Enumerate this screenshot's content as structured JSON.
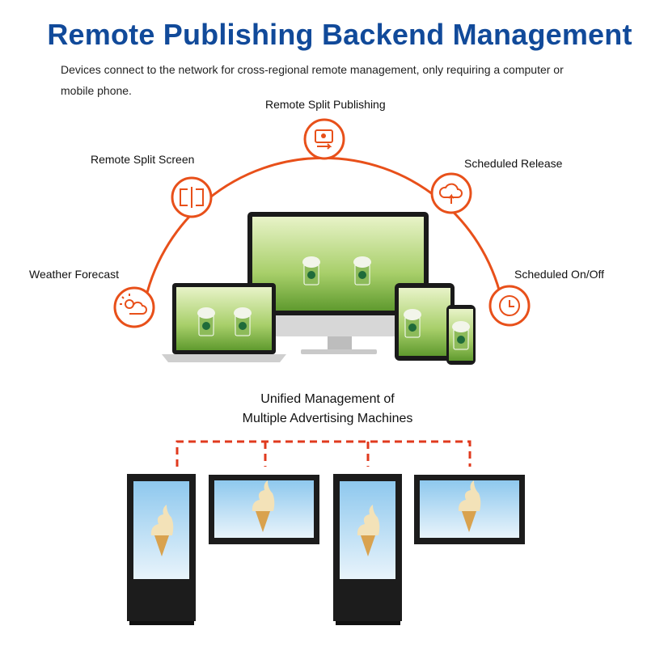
{
  "title": "Remote Publishing Backend Management",
  "subtitle": "Devices connect to the network for cross-regional remote management, only requiring a computer or mobile phone.",
  "features": [
    {
      "label": "Weather Forecast",
      "icon": "weather-icon"
    },
    {
      "label": "Remote Split Screen",
      "icon": "split-screen-icon"
    },
    {
      "label": "Remote Split Publishing",
      "icon": "publishing-icon"
    },
    {
      "label": "Scheduled Release",
      "icon": "cloud-upload-icon"
    },
    {
      "label": "Scheduled On/Off",
      "icon": "clock-icon"
    }
  ],
  "unified": {
    "line1": "Unified Management of",
    "line2": "Multiple Advertising Machines"
  },
  "colors": {
    "title": "#114a9a",
    "accent": "#e8501a",
    "dashed": "#e03a1e"
  }
}
